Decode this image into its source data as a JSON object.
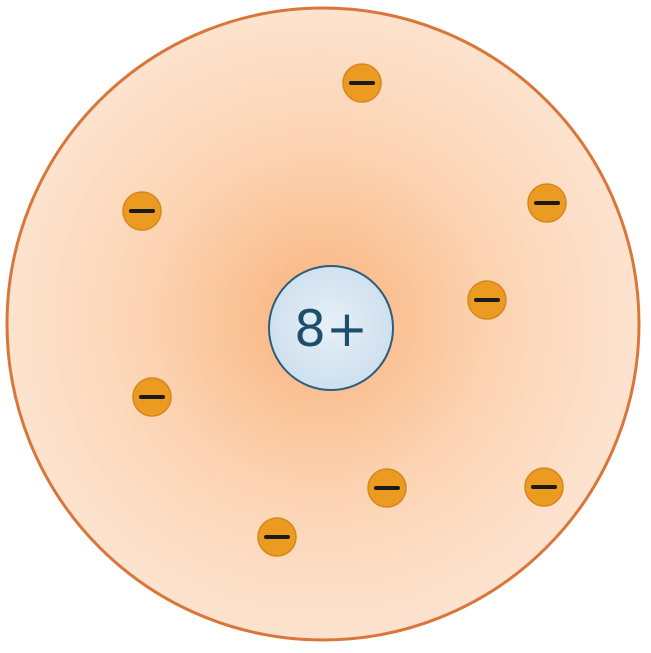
{
  "diagram": {
    "type": "atom-model",
    "nucleus": {
      "label": "8+",
      "fill_color": "#d6e6f2",
      "stroke_color": "#2c5d7c",
      "text_color": "#1f4e6b"
    },
    "cloud": {
      "edge_color": "#d9773a",
      "center_color": "#f8b37c",
      "outer_color": "#fde3cf"
    },
    "electrons": {
      "count": 8,
      "symbol": "−",
      "fill_color": "#ec9b22",
      "stroke_color": "#d6871a",
      "symbol_color": "#1a1a1a"
    }
  }
}
